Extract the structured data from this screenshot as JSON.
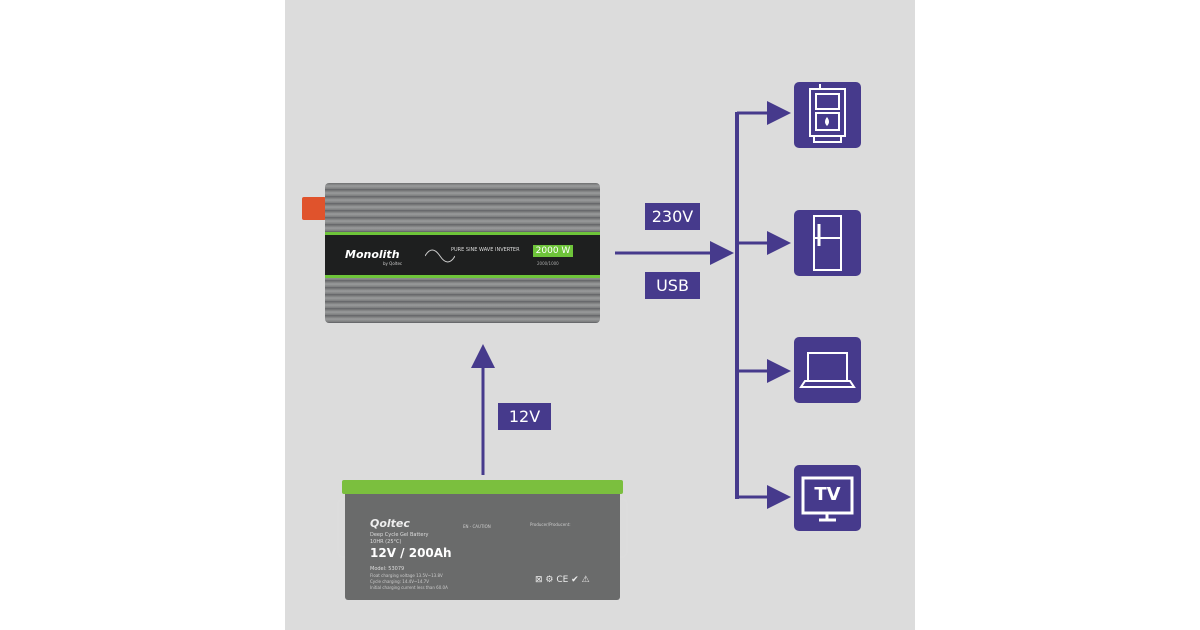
{
  "inverter": {
    "brand": "Monolith",
    "sub_brand": "by Qoltec",
    "type": "PURE SINE WAVE INVERTER",
    "power": "2000 W",
    "power_sub": "2000/1000"
  },
  "labels": {
    "ac": "230V",
    "usb": "USB",
    "dc": "12V"
  },
  "battery": {
    "brand": "Qoltec",
    "type": "Deep Cycle Gel Battery",
    "hr": "10HR (25°C)",
    "rating": "12V / 200Ah",
    "model": "Model: 53079",
    "float": "Float charging voltage 13.5V~13.8V",
    "cycle": "Cycle charging: 14.4V~14.7V",
    "initial": "Initial charging current less than 60.0A",
    "caution": "EN - CAUTION",
    "producer": "Producer/Producent:"
  },
  "devices": [
    {
      "icon": "boiler-icon"
    },
    {
      "icon": "fridge-icon"
    },
    {
      "icon": "laptop-icon"
    },
    {
      "icon": "tv-icon",
      "text": "TV"
    }
  ],
  "colors": {
    "accent": "#463a8c",
    "panel": "#dcdcdc",
    "green": "#6ec43a"
  }
}
